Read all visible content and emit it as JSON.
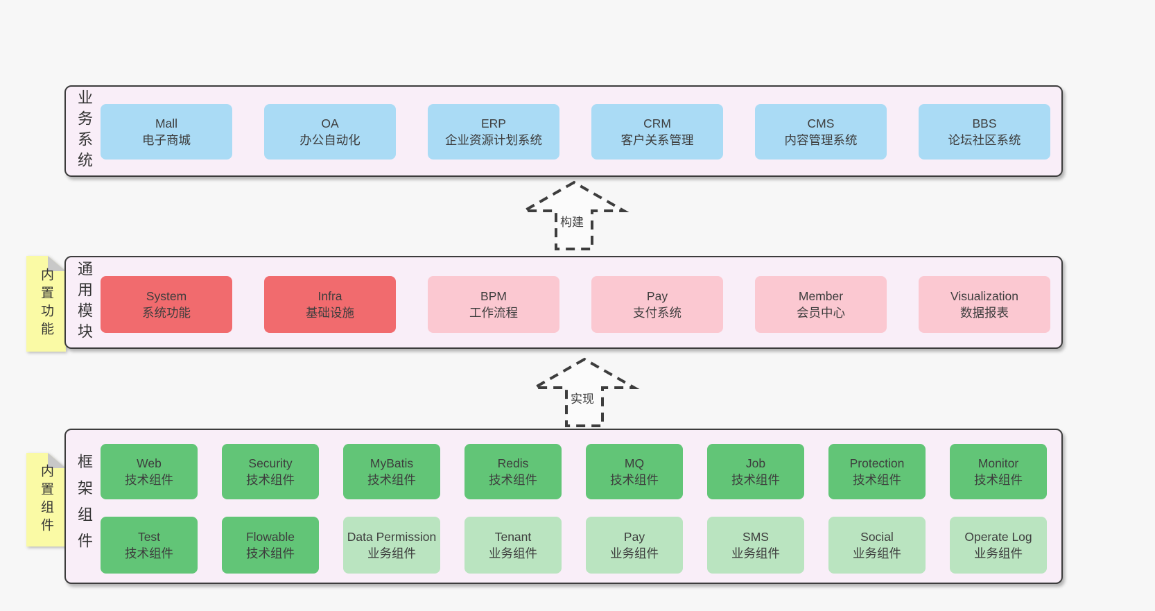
{
  "diagram": {
    "arrows": [
      {
        "label": "构建"
      },
      {
        "label": "实现"
      }
    ],
    "colors": {
      "background": "#f7f7f7",
      "panel_bg": "#f9eef8",
      "panel_border": "#3c3c3c",
      "blue": "#aadbf5",
      "red": "#f16b6e",
      "pink": "#fbc8d1",
      "green": "#62c577",
      "light_green": "#bae4c0",
      "tag_yellow": "#fafaa5",
      "fold_gray": "#c8c8c8",
      "text": "#3d3d3d"
    }
  },
  "layers": [
    {
      "title": "业务系统",
      "boxes": [
        {
          "name": "Mall",
          "label": "电子商城",
          "variant": "blue"
        },
        {
          "name": "OA",
          "label": "办公自动化",
          "variant": "blue"
        },
        {
          "name": "ERP",
          "label": "企业资源计划系统",
          "variant": "blue"
        },
        {
          "name": "CRM",
          "label": "客户关系管理",
          "variant": "blue"
        },
        {
          "name": "CMS",
          "label": "内容管理系统",
          "variant": "blue"
        },
        {
          "name": "BBS",
          "label": "论坛社区系统",
          "variant": "blue"
        }
      ]
    },
    {
      "title": "通用模块",
      "tag": "内置功能",
      "boxes": [
        {
          "name": "System",
          "label": "系统功能",
          "variant": "red"
        },
        {
          "name": "Infra",
          "label": "基础设施",
          "variant": "red"
        },
        {
          "name": "BPM",
          "label": "工作流程",
          "variant": "pink"
        },
        {
          "name": "Pay",
          "label": "支付系统",
          "variant": "pink"
        },
        {
          "name": "Member",
          "label": "会员中心",
          "variant": "pink"
        },
        {
          "name": "Visualization",
          "label": "数据报表",
          "variant": "pink"
        }
      ]
    },
    {
      "title": "框架组件",
      "tag": "内置组件",
      "rows": [
        [
          {
            "name": "Web",
            "label": "技术组件",
            "variant": "green"
          },
          {
            "name": "Security",
            "label": "技术组件",
            "variant": "green"
          },
          {
            "name": "MyBatis",
            "label": "技术组件",
            "variant": "green"
          },
          {
            "name": "Redis",
            "label": "技术组件",
            "variant": "green"
          },
          {
            "name": "MQ",
            "label": "技术组件",
            "variant": "green"
          },
          {
            "name": "Job",
            "label": "技术组件",
            "variant": "green"
          },
          {
            "name": "Protection",
            "label": "技术组件",
            "variant": "green"
          },
          {
            "name": "Monitor",
            "label": "技术组件",
            "variant": "green"
          }
        ],
        [
          {
            "name": "Test",
            "label": "技术组件",
            "variant": "green"
          },
          {
            "name": "Flowable",
            "label": "技术组件",
            "variant": "green"
          },
          {
            "name": "Data Permission",
            "label": "业务组件",
            "variant": "light_green"
          },
          {
            "name": "Tenant",
            "label": "业务组件",
            "variant": "light_green"
          },
          {
            "name": "Pay",
            "label": "业务组件",
            "variant": "light_green"
          },
          {
            "name": "SMS",
            "label": "业务组件",
            "variant": "light_green"
          },
          {
            "name": "Social",
            "label": "业务组件",
            "variant": "light_green"
          },
          {
            "name": "Operate Log",
            "label": "业务组件",
            "variant": "light_green"
          }
        ]
      ]
    }
  ]
}
